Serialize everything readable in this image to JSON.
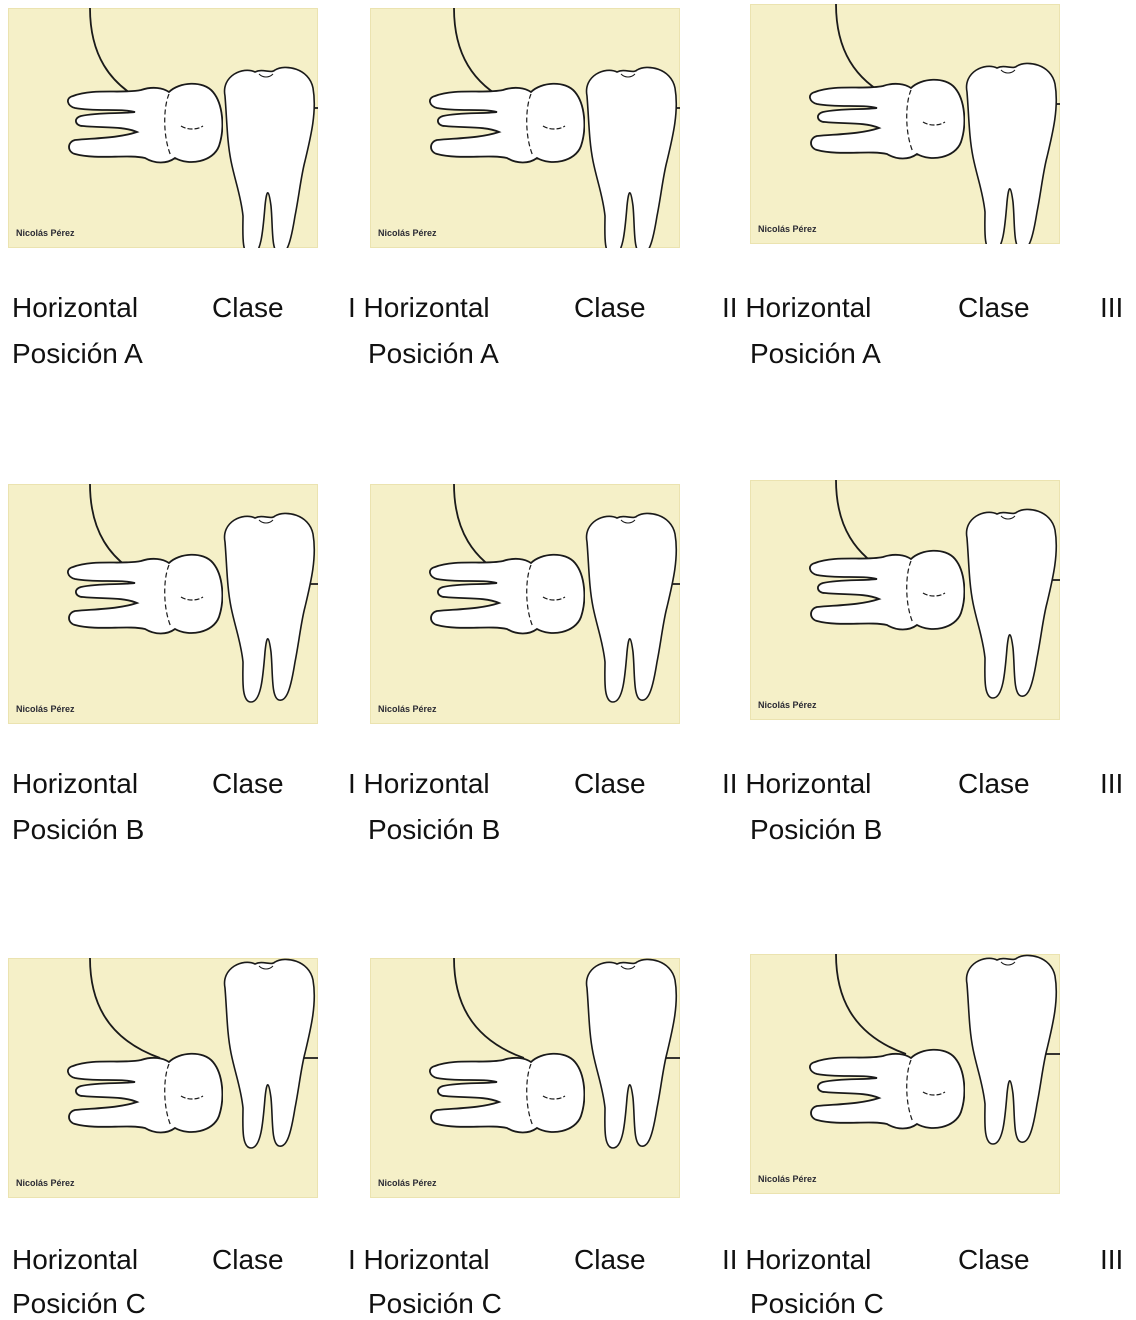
{
  "colors": {
    "panel_bg": "#f5f0c8",
    "panel_edge": "#ebe3b0",
    "outline": "#1a1a1a",
    "tooth_fill": "#ffffff"
  },
  "rows": [
    {
      "panels": [
        {
          "credit": "Nicolás Pérez",
          "icon": "horizontal-third-molar-diagram"
        },
        {
          "credit": "Nicolás Pérez",
          "icon": "horizontal-third-molar-diagram"
        },
        {
          "credit": "Nicolás Pérez",
          "icon": "horizontal-third-molar-diagram"
        }
      ],
      "caption_line1": [
        "Horizontal",
        "Clase",
        "I Horizontal",
        "Clase",
        "II Horizontal",
        "Clase",
        "III"
      ],
      "caption_line2": [
        "Posición A",
        "Posición A",
        "Posición A"
      ]
    },
    {
      "panels": [
        {
          "credit": "Nicolás Pérez",
          "icon": "horizontal-third-molar-diagram"
        },
        {
          "credit": "Nicolás Pérez",
          "icon": "horizontal-third-molar-diagram"
        },
        {
          "credit": "Nicolás Pérez",
          "icon": "horizontal-third-molar-diagram"
        }
      ],
      "caption_line1": [
        "Horizontal",
        "Clase",
        "I Horizontal",
        "Clase",
        "II Horizontal",
        "Clase",
        "III"
      ],
      "caption_line2": [
        "Posición B",
        "Posición B",
        "Posición B"
      ]
    },
    {
      "panels": [
        {
          "credit": "Nicolás Pérez",
          "icon": "horizontal-third-molar-diagram"
        },
        {
          "credit": "Nicolás Pérez",
          "icon": "horizontal-third-molar-diagram"
        },
        {
          "credit": "Nicolás Pérez",
          "icon": "horizontal-third-molar-diagram"
        }
      ],
      "caption_line1": [
        "Horizontal",
        "Clase",
        "I Horizontal",
        "Clase",
        "II Horizontal",
        "Clase",
        "III"
      ],
      "caption_line2": [
        "Posición C",
        "Posición C",
        "Posición C"
      ]
    }
  ]
}
